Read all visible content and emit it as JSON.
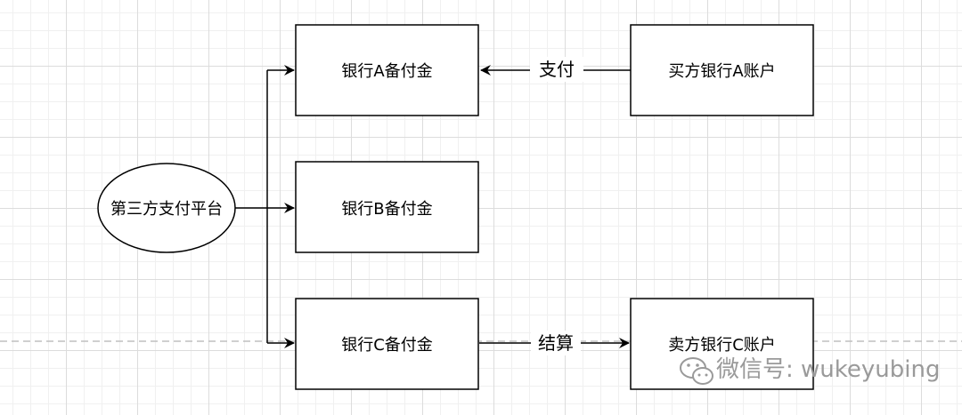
{
  "nodes": {
    "platform": "第三方支付平台",
    "bank_a_reserve": "银行A备付金",
    "bank_b_reserve": "银行B备付金",
    "bank_c_reserve": "银行C备付金",
    "buyer_account": "买方银行A账户",
    "seller_account": "卖方银行C账户"
  },
  "edges": {
    "payment_label": "支付",
    "settlement_label": "结算"
  },
  "watermark": {
    "text": "微信号: wukeyubing",
    "icon": "wechat-icon"
  },
  "colors": {
    "stroke": "#000000",
    "guide_line": "#bfbfbf",
    "watermark": "#9a9a9a"
  }
}
